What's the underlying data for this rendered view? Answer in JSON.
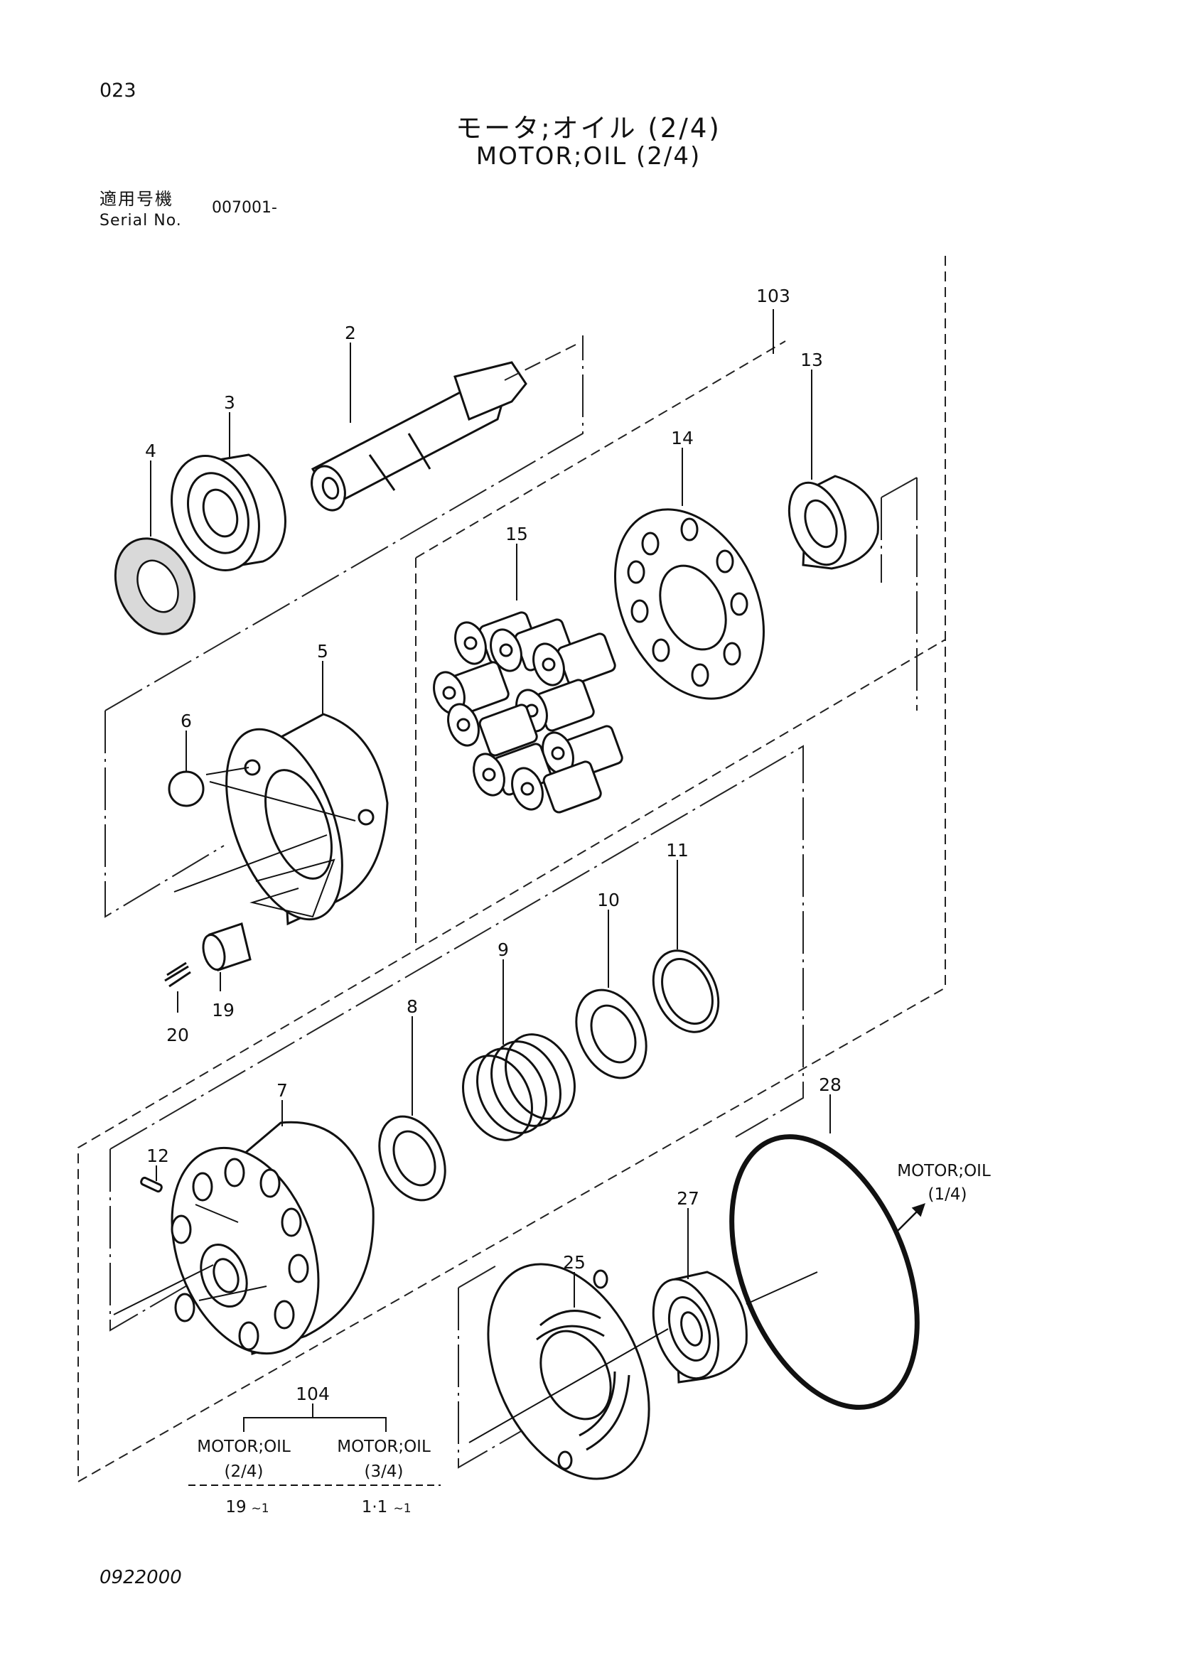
{
  "header": {
    "page_number": "023",
    "title_jp": "モータ;オイル (2/4)",
    "title_en": "MOTOR;OIL (2/4)",
    "serial_label_jp": "適用号機",
    "serial_label_en": "Serial No.",
    "serial_value": "007001-"
  },
  "parts": {
    "p2": "2",
    "p3": "3",
    "p4": "4",
    "p5": "5",
    "p6": "6",
    "p7": "7",
    "p8": "8",
    "p9": "9",
    "p10": "10",
    "p11": "11",
    "p12": "12",
    "p13": "13",
    "p14": "14",
    "p15": "15",
    "p19": "19",
    "p20": "20",
    "p25": "25",
    "p27": "27",
    "p28": "28",
    "p103": "103",
    "p104": "104"
  },
  "references": {
    "right_ref_line1": "MOTOR;OIL",
    "right_ref_line2": "(1/4)",
    "assy104_left_name": "MOTOR;OIL",
    "assy104_left_page": "(2/4)",
    "assy104_left_qty": "19",
    "assy104_left_qty_sub": "~1",
    "assy104_right_name": "MOTOR;OIL",
    "assy104_right_page": "(3/4)",
    "assy104_right_qty": "1·1",
    "assy104_right_qty_sub": "~1"
  },
  "footer": {
    "doc_code": "0922000"
  }
}
